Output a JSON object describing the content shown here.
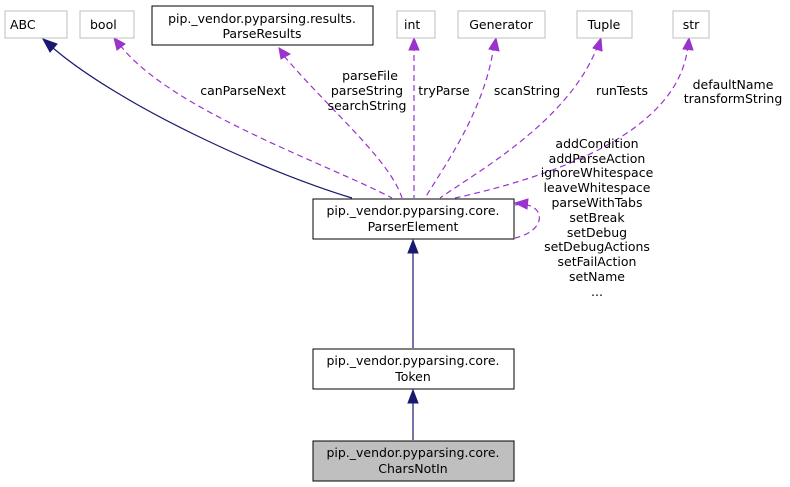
{
  "nodes": {
    "abc": "ABC",
    "bool": "bool",
    "parse_results_l1": "pip._vendor.pyparsing.results.",
    "parse_results_l2": "ParseResults",
    "int": "int",
    "generator": "Generator",
    "tuple": "Tuple",
    "str": "str",
    "parser_element_l1": "pip._vendor.pyparsing.core.",
    "parser_element_l2": "ParserElement",
    "token_l1": "pip._vendor.pyparsing.core.",
    "token_l2": "Token",
    "chars_not_in_l1": "pip._vendor.pyparsing.core.",
    "chars_not_in_l2": "CharsNotIn"
  },
  "edge_labels": {
    "bool": [
      "canParseNext"
    ],
    "parse_results": [
      "parseFile",
      "parseString",
      "searchString"
    ],
    "int": [
      "tryParse"
    ],
    "generator": [
      "scanString"
    ],
    "tuple": [
      "runTests"
    ],
    "str": [
      "defaultName",
      "transformString"
    ],
    "self": [
      "addCondition",
      "addParseAction",
      "ignoreWhitespace",
      "leaveWhitespace",
      "parseWithTabs",
      "setBreak",
      "setDebug",
      "setDebugActions",
      "setFailAction",
      "setName",
      "..."
    ]
  }
}
